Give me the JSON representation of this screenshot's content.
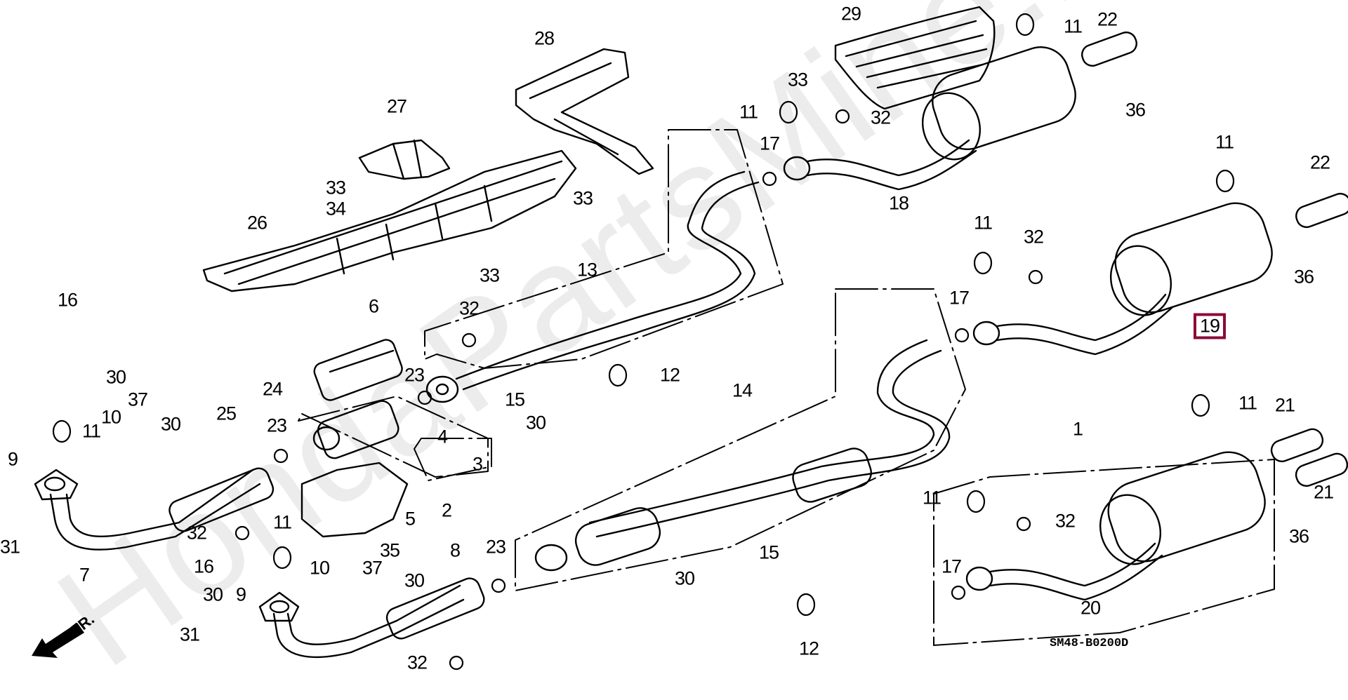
{
  "diagram": {
    "title": "Exhaust pipe / muffler parts diagram",
    "code": "SM48-B0200D",
    "watermark": "HondaPartsMine.ru",
    "front_indicator": "FR.",
    "highlight_color": "#8b0a3a",
    "highlighted_part": "19"
  },
  "callouts": [
    {
      "id": "29",
      "label": "29"
    },
    {
      "id": "11a",
      "label": "11"
    },
    {
      "id": "22a",
      "label": "22"
    },
    {
      "id": "28",
      "label": "28"
    },
    {
      "id": "33a",
      "label": "33"
    },
    {
      "id": "36a",
      "label": "36"
    },
    {
      "id": "11b",
      "label": "11"
    },
    {
      "id": "32a",
      "label": "32"
    },
    {
      "id": "27",
      "label": "27"
    },
    {
      "id": "17a",
      "label": "17"
    },
    {
      "id": "11c",
      "label": "11"
    },
    {
      "id": "22b",
      "label": "22"
    },
    {
      "id": "18",
      "label": "18"
    },
    {
      "id": "33b",
      "label": "33"
    },
    {
      "id": "34",
      "label": "34"
    },
    {
      "id": "33c",
      "label": "33"
    },
    {
      "id": "26",
      "label": "26"
    },
    {
      "id": "11d",
      "label": "11"
    },
    {
      "id": "32b",
      "label": "32"
    },
    {
      "id": "36b",
      "label": "36"
    },
    {
      "id": "33d",
      "label": "33"
    },
    {
      "id": "13",
      "label": "13"
    },
    {
      "id": "17b",
      "label": "17"
    },
    {
      "id": "19",
      "label": "19"
    },
    {
      "id": "16a",
      "label": "16"
    },
    {
      "id": "6",
      "label": "6"
    },
    {
      "id": "32c",
      "label": "32"
    },
    {
      "id": "30a",
      "label": "30"
    },
    {
      "id": "23a",
      "label": "23"
    },
    {
      "id": "12a",
      "label": "12"
    },
    {
      "id": "24",
      "label": "24"
    },
    {
      "id": "14",
      "label": "14"
    },
    {
      "id": "15a",
      "label": "15"
    },
    {
      "id": "37a",
      "label": "37"
    },
    {
      "id": "25",
      "label": "25"
    },
    {
      "id": "11e",
      "label": "11"
    },
    {
      "id": "10a",
      "label": "10"
    },
    {
      "id": "30b",
      "label": "30"
    },
    {
      "id": "23b",
      "label": "23"
    },
    {
      "id": "30c",
      "label": "30"
    },
    {
      "id": "4",
      "label": "4"
    },
    {
      "id": "11f",
      "label": "11"
    },
    {
      "id": "21a",
      "label": "21"
    },
    {
      "id": "9a",
      "label": "9"
    },
    {
      "id": "3",
      "label": "3"
    },
    {
      "id": "1",
      "label": "1"
    },
    {
      "id": "2",
      "label": "2"
    },
    {
      "id": "11g",
      "label": "11"
    },
    {
      "id": "21b",
      "label": "21"
    },
    {
      "id": "31a",
      "label": "31"
    },
    {
      "id": "5",
      "label": "5"
    },
    {
      "id": "32d",
      "label": "32"
    },
    {
      "id": "32e",
      "label": "32"
    },
    {
      "id": "11h",
      "label": "11"
    },
    {
      "id": "35",
      "label": "35"
    },
    {
      "id": "36c",
      "label": "36"
    },
    {
      "id": "7",
      "label": "7"
    },
    {
      "id": "8",
      "label": "8"
    },
    {
      "id": "15b",
      "label": "15"
    },
    {
      "id": "16b",
      "label": "16"
    },
    {
      "id": "10b",
      "label": "10"
    },
    {
      "id": "23c",
      "label": "23"
    },
    {
      "id": "37b",
      "label": "37"
    },
    {
      "id": "17c",
      "label": "17"
    },
    {
      "id": "30d",
      "label": "30"
    },
    {
      "id": "30e",
      "label": "30"
    },
    {
      "id": "9b",
      "label": "9"
    },
    {
      "id": "30f",
      "label": "30"
    },
    {
      "id": "20",
      "label": "20"
    },
    {
      "id": "31b",
      "label": "31"
    },
    {
      "id": "12b",
      "label": "12"
    },
    {
      "id": "32f",
      "label": "32"
    }
  ]
}
